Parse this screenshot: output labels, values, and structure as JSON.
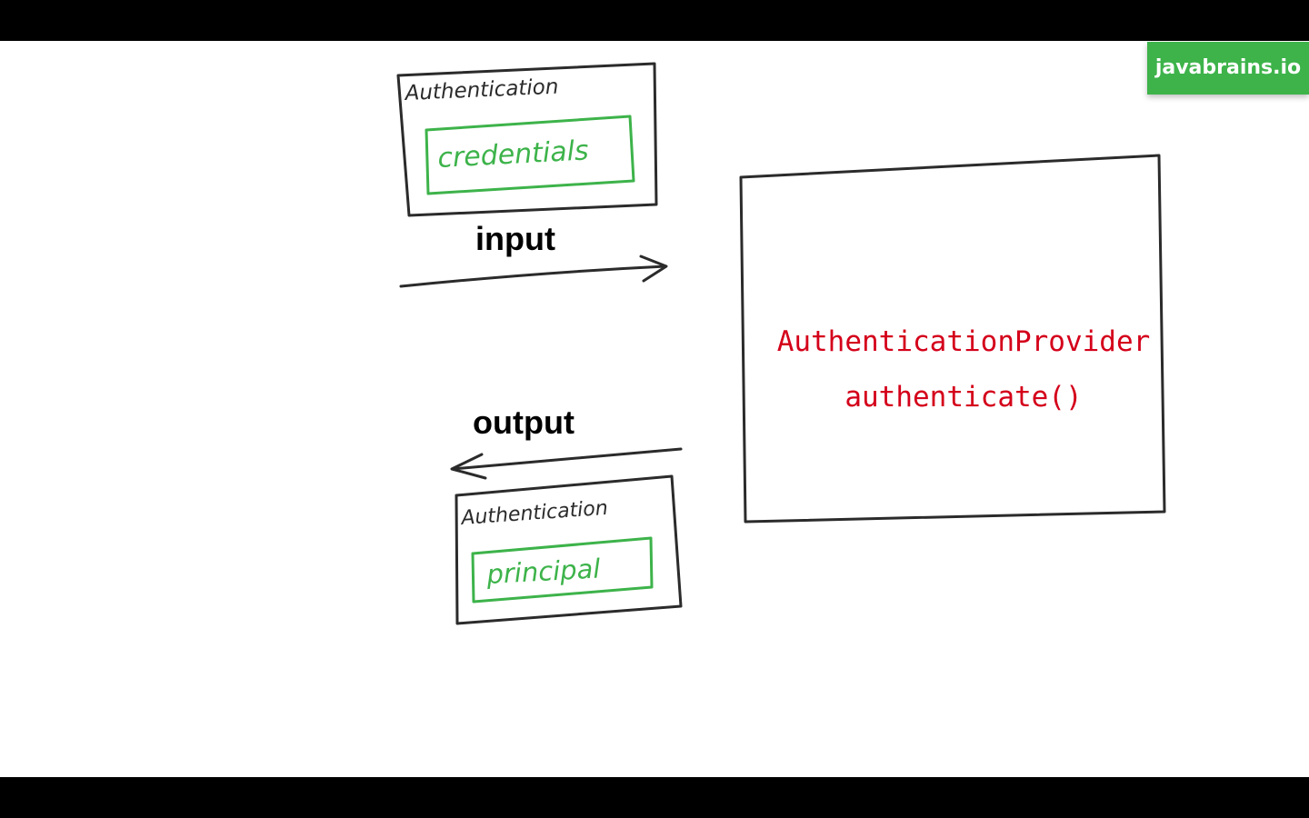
{
  "brand": {
    "label": "javabrains.io",
    "color": "#3db34a"
  },
  "diagram": {
    "input_box": {
      "title": "Authentication",
      "field": "credentials"
    },
    "input_label": "input",
    "output_label": "output",
    "output_box": {
      "title": "Authentication",
      "field": "principal"
    },
    "provider": {
      "class_name": "AuthenticationProvider",
      "method": "authenticate()"
    },
    "colors": {
      "ink": "#2b2b2b",
      "green": "#3db34a",
      "red": "#d4001a"
    }
  }
}
